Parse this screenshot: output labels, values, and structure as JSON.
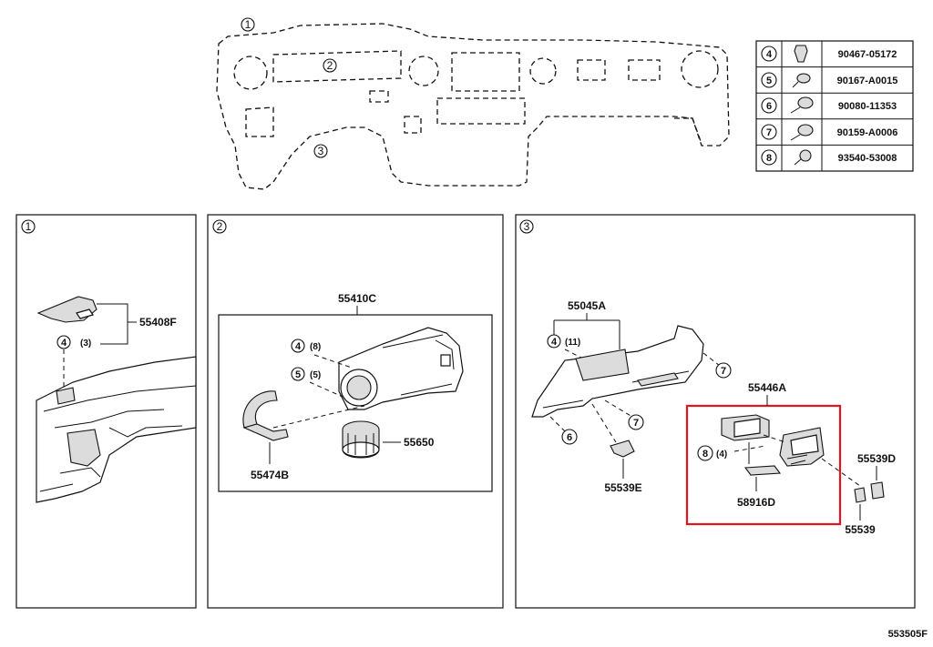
{
  "diagram": {
    "drawing_code": "553505F",
    "overview_callouts": [
      "1",
      "2",
      "3"
    ],
    "fastener_table": [
      {
        "ref": "4",
        "part_no": "90467-05172"
      },
      {
        "ref": "5",
        "part_no": "90167-A0015"
      },
      {
        "ref": "6",
        "part_no": "90080-11353"
      },
      {
        "ref": "7",
        "part_no": "90159-A0006"
      },
      {
        "ref": "8",
        "part_no": "93540-53008"
      }
    ],
    "panels": [
      {
        "id": "1",
        "parts": [
          {
            "label": "55408F"
          }
        ],
        "fastener_refs": [
          {
            "ref": "4",
            "qty": "(3)"
          }
        ]
      },
      {
        "id": "2",
        "parts": [
          {
            "label": "55410C"
          },
          {
            "label": "55650"
          },
          {
            "label": "55474B"
          }
        ],
        "fastener_refs": [
          {
            "ref": "4",
            "qty": "(8)"
          },
          {
            "ref": "5",
            "qty": "(5)"
          }
        ]
      },
      {
        "id": "3",
        "parts": [
          {
            "label": "55045A"
          },
          {
            "label": "55446A"
          },
          {
            "label": "55539D"
          },
          {
            "label": "55539E"
          },
          {
            "label": "58916D"
          },
          {
            "label": "55539"
          }
        ],
        "fastener_refs": [
          {
            "ref": "4",
            "qty": "(11)"
          },
          {
            "ref": "7",
            "qty": ""
          },
          {
            "ref": "7",
            "qty": ""
          },
          {
            "ref": "6",
            "qty": ""
          },
          {
            "ref": "8",
            "qty": "(4)"
          }
        ]
      }
    ],
    "highlight_color": "#e0141e"
  }
}
